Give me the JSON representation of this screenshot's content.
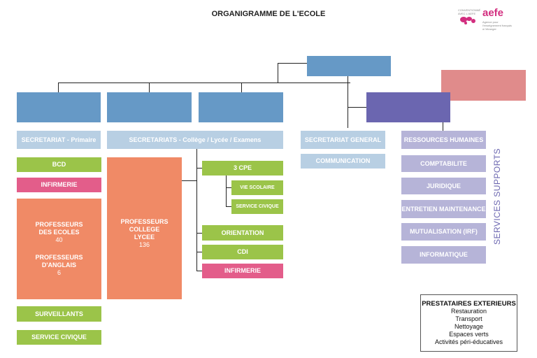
{
  "title": "ORGANIGRAMME DE L'ECOLE",
  "logo": {
    "brand": "aefe",
    "tag_left": "CONVENTIONNÉ AVEC L'AEFE",
    "tag_right": "Agence pour l'enseignement français à l'étranger"
  },
  "primary_column": {
    "secretariat": "SECRETARIAT - Primaire",
    "bcd": "BCD",
    "infirmerie": "INFIRMERIE",
    "prof_ecoles": "PROFESSEURS DES ECOLES",
    "prof_ecoles_count": "40",
    "prof_anglais": "PROFESSEURS D'ANGLAIS",
    "prof_anglais_count": "6",
    "surveillants": "SURVEILLANTS",
    "service_civique": "SERVICE CIVIQUE"
  },
  "secondary_column": {
    "secretariats": "SECRETARIATS - Collège / Lycée / Examens",
    "prof_college": "PROFESSEURS COLLEGE LYCEE",
    "prof_college_count": "136",
    "cpe": "3 CPE",
    "vie_scolaire": "VIE SCOLAIRE",
    "service_civique": "SERVICE CIVIQUE",
    "orientation": "ORIENTATION",
    "cdi": "CDI",
    "infirmerie": "INFIRMERIE"
  },
  "general": {
    "secretariat": "SECRETARIAT GENERAL",
    "communication": "COMMUNICATION"
  },
  "services_supports": {
    "label": "SERVICES SUPPORTS",
    "items": [
      "RESSOURCES HUMAINES",
      "COMPTABILITE",
      "JURIDIQUE",
      "ENTRETIEN MAINTENANCE",
      "MUTUALISATION (IRF)",
      "INFORMATIQUE"
    ]
  },
  "prestataires": {
    "title": "PRESTATAIRES EXTERIEURS",
    "items": [
      "Restauration",
      "Transport",
      "Nettoyage",
      "Espaces verts",
      "Activités péri-éducatives"
    ]
  },
  "colors": {
    "blue": "#6699c6",
    "light_blue": "#b8cfe3",
    "green": "#9bc449",
    "pink": "#e35d8a",
    "salmon": "#f08a66",
    "purple": "#6b66b0",
    "lavender": "#b6b4d8",
    "rose": "#e08b8b"
  }
}
